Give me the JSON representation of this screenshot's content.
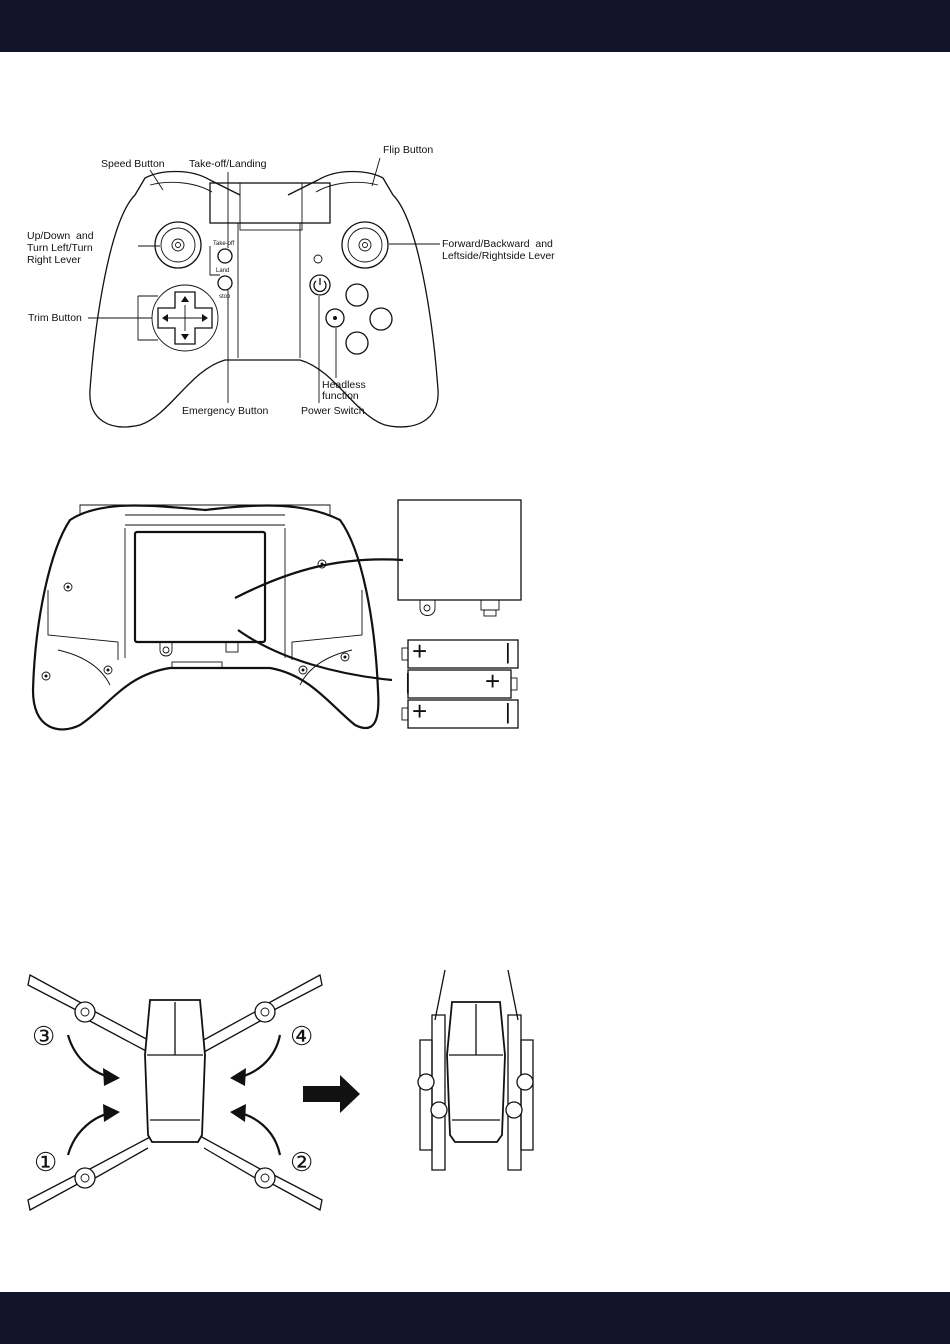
{
  "header_bar_color": "#13142b",
  "controller_labels": {
    "speed_button": "Speed Button",
    "takeoff_landing": "Take-off/Landing",
    "flip_button": "Flip Button",
    "left_lever": "Up/Down  and\nTurn Left/Turn\nRight Lever",
    "right_lever": "Forward/Backward  and\nLeftside/Rightside Lever",
    "trim_button": "Trim Button",
    "headless_function": "Headless\nfunction",
    "emergency_button": "Emergency Button",
    "power_switch": "Power Switch",
    "btn_takeoff_text": "Take-off",
    "btn_land_text": "Land",
    "btn_stop_text": "stop"
  },
  "battery_symbols": {
    "plus": "+",
    "minus": "|"
  },
  "fold_steps": [
    "①",
    "②",
    "③",
    "④"
  ]
}
